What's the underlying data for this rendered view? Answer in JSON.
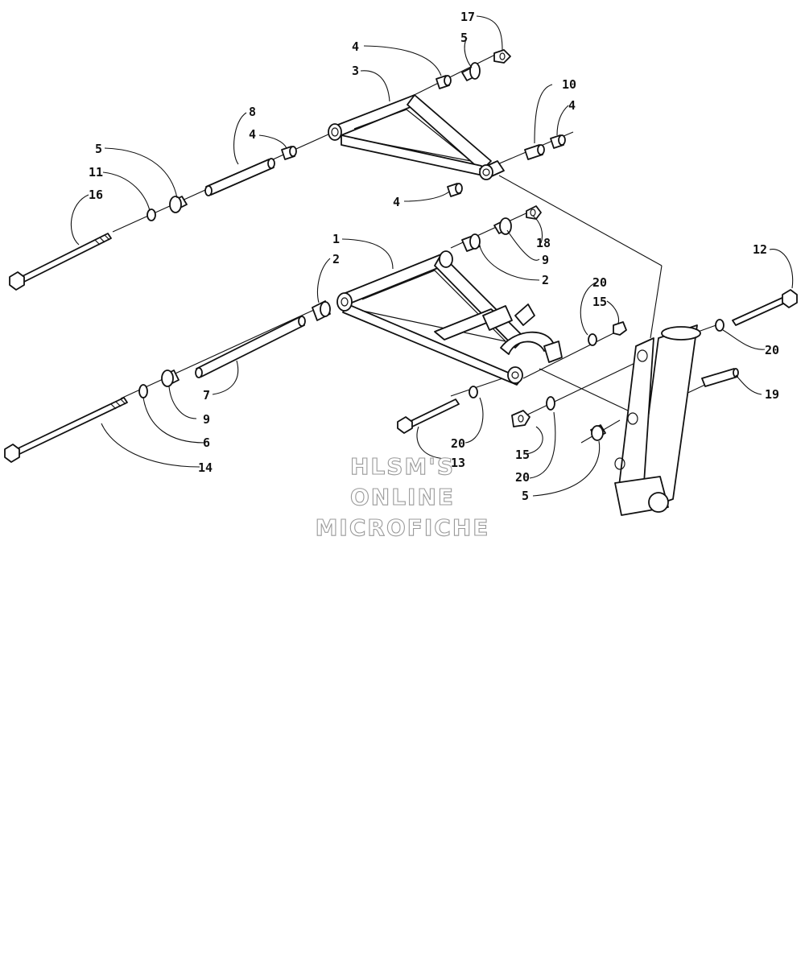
{
  "callouts": {
    "c17": "17",
    "c5a": "5",
    "c4a": "4",
    "c3": "3",
    "c10": "10",
    "c4b": "4",
    "c8": "8",
    "c4c": "4",
    "c5b": "5",
    "c11": "11",
    "c16": "16",
    "c4d": "4",
    "c18": "18",
    "c1": "1",
    "c2a": "2",
    "c9a": "9",
    "c2b": "2",
    "c12": "12",
    "c20a": "20",
    "c15a": "15",
    "c20b": "20",
    "c19": "19",
    "c7": "7",
    "c9b": "9",
    "c6": "6",
    "c14": "14",
    "c20c": "20",
    "c13": "13",
    "c15b": "15",
    "c20d": "20",
    "c5c": "5"
  },
  "watermark": {
    "line1": "HLSM'S",
    "line2": "ONLINE",
    "line3": "MICROFICHE"
  }
}
